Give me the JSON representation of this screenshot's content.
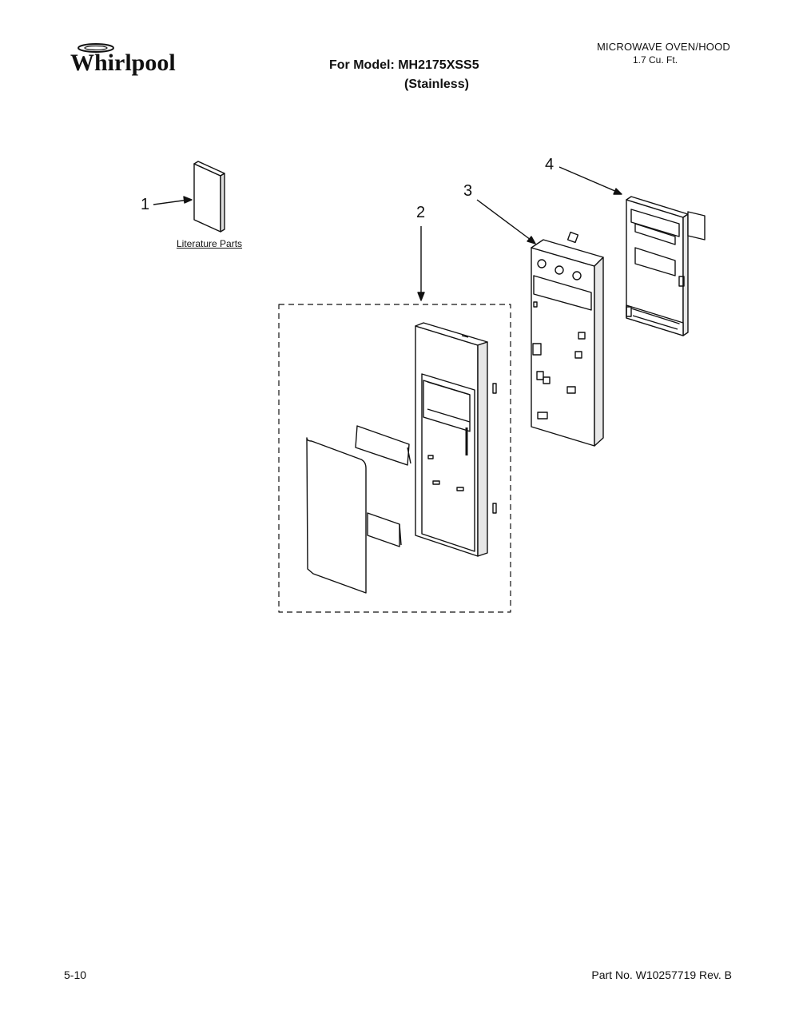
{
  "header": {
    "brand": "Whirlpool",
    "model_line": "For Model: MH2175XSS5",
    "model_variant": "(Stainless)",
    "product_type": "MICROWAVE OVEN/HOOD",
    "capacity": "1.7 Cu. Ft."
  },
  "diagram": {
    "callouts": [
      "1",
      "2",
      "3",
      "4"
    ],
    "literature_label": "Literature Parts"
  },
  "footer": {
    "date_code": "5-10",
    "part_number": "Part No. W10257719 Rev. B"
  }
}
